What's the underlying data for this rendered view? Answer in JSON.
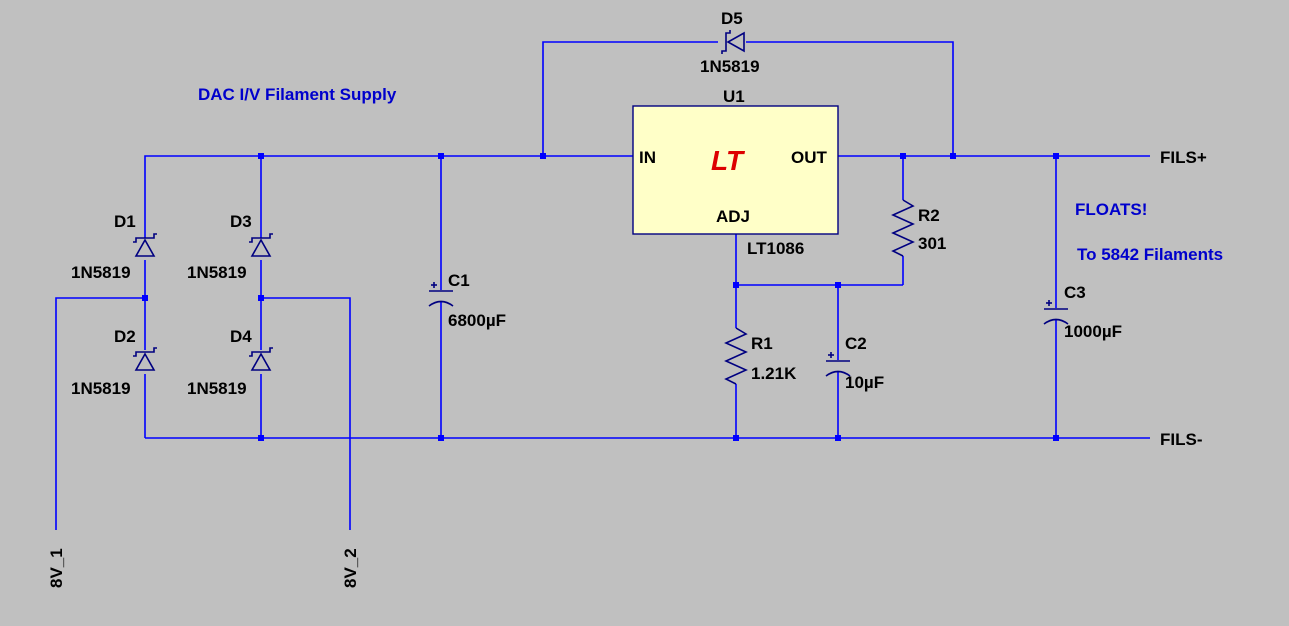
{
  "notes": {
    "title": "DAC I/V Filament Supply",
    "floats": "FLOATS!",
    "to_filaments": "To 5842 Filaments"
  },
  "regulator": {
    "ref": "U1",
    "part": "LT1086",
    "pin_in": "IN",
    "pin_out": "OUT",
    "pin_adj": "ADJ",
    "logo": "LT",
    "logo_color": "#dd0000"
  },
  "diodes": [
    {
      "ref": "D1",
      "part": "1N5819"
    },
    {
      "ref": "D2",
      "part": "1N5819"
    },
    {
      "ref": "D3",
      "part": "1N5819"
    },
    {
      "ref": "D4",
      "part": "1N5819"
    },
    {
      "ref": "D5",
      "part": "1N5819"
    }
  ],
  "capacitors": [
    {
      "ref": "C1",
      "value": "6800µF"
    },
    {
      "ref": "C2",
      "value": "10µF"
    },
    {
      "ref": "C3",
      "value": "1000µF"
    }
  ],
  "resistors": [
    {
      "ref": "R1",
      "value": "1.21K"
    },
    {
      "ref": "R2",
      "value": "301"
    }
  ],
  "ports": {
    "fils_plus": "FILS+",
    "fils_minus": "FILS-",
    "v1": "8V_1",
    "v2": "8V_2"
  },
  "colors": {
    "background": "#c0c0c0",
    "wire": "#0000ff",
    "component": "#000080",
    "note_text": "#0000cc",
    "ic_fill": "#ffffc8"
  }
}
